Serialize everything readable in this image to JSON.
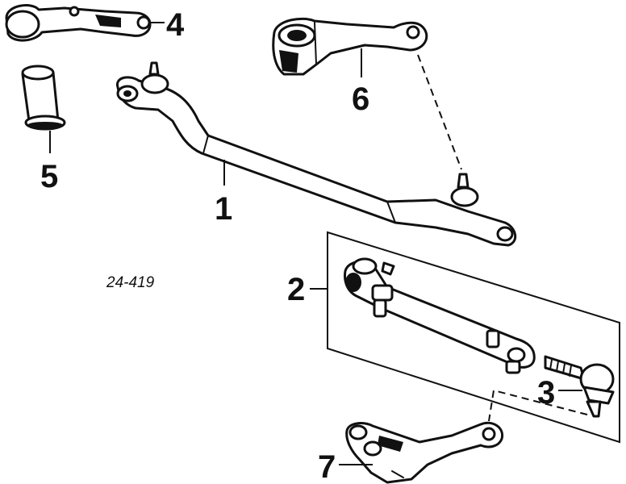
{
  "callouts": {
    "c1": "1",
    "c2": "2",
    "c3": "3",
    "c4": "4",
    "c5": "5",
    "c6": "6",
    "c7": "7"
  },
  "reference_code": "24-419"
}
